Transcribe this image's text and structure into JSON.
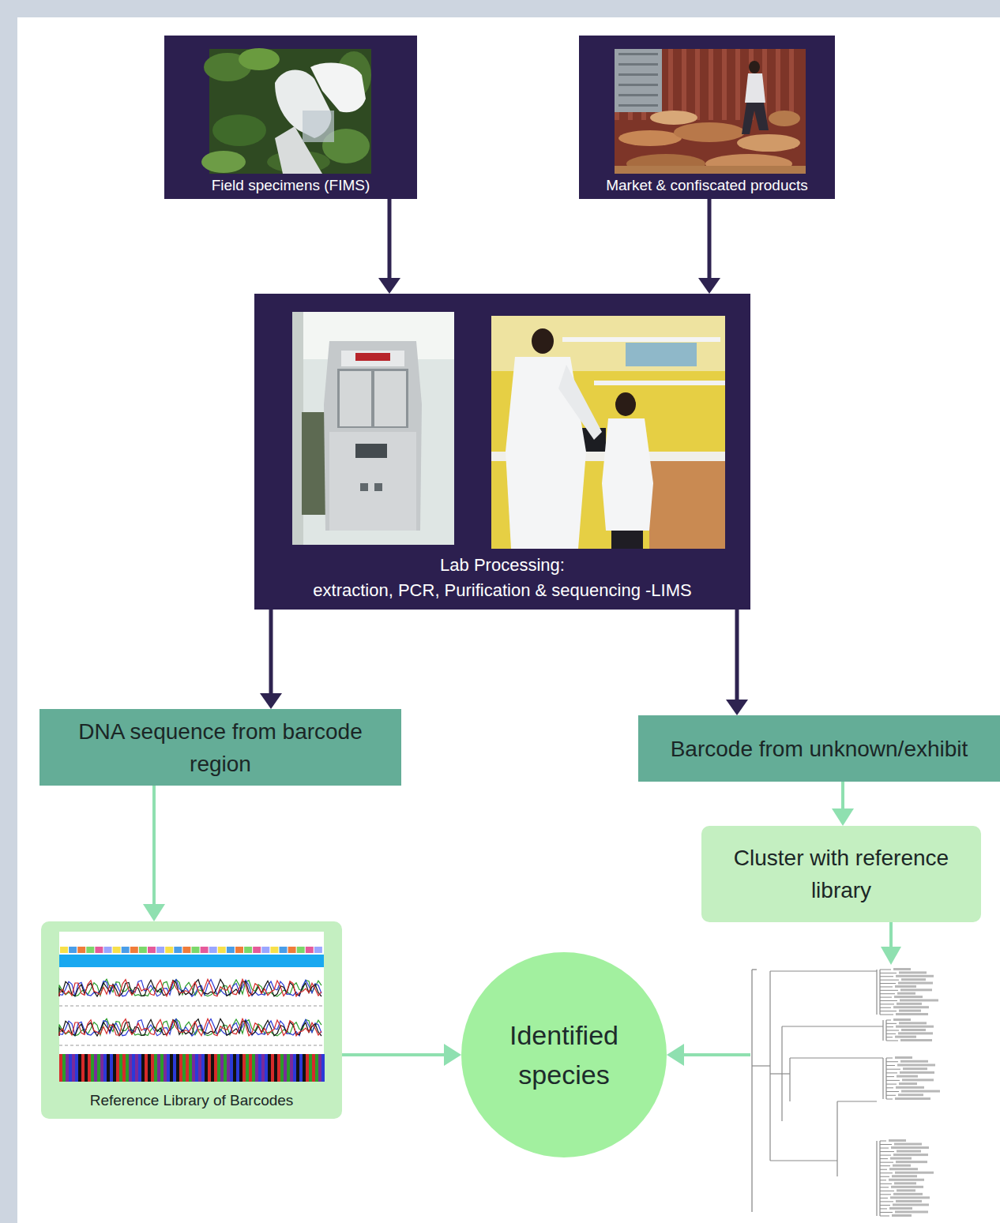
{
  "diagram": {
    "nodes": [
      {
        "text": [
          "Field specimens (FIMS)"
        ]
      },
      {
        "text": [
          "Market & confiscated products"
        ]
      },
      {
        "text": [
          "Lab Processing:",
          "extraction, PCR, Purification & sequencing -LIMS"
        ]
      },
      {
        "text": [
          "DNA sequence from barcode region"
        ]
      },
      {
        "text": [
          "Barcode from unknown/exhibit"
        ]
      },
      {
        "text": [
          "Cluster with reference library"
        ]
      },
      {
        "text": [
          "Reference Library of Barcodes"
        ]
      },
      {
        "text": [
          "Identified species"
        ]
      }
    ],
    "edges": [
      {
        "from": 0,
        "to": 2,
        "arrow": "to"
      },
      {
        "from": 1,
        "to": 2,
        "arrow": "to"
      },
      {
        "from": 2,
        "to": 3,
        "arrow": "to"
      },
      {
        "from": 2,
        "to": 4,
        "arrow": "to"
      },
      {
        "from": 3,
        "to": 6,
        "arrow": "to"
      },
      {
        "from": 4,
        "to": 5,
        "arrow": "to"
      },
      {
        "from": 6,
        "to": 7,
        "arrow": "to"
      },
      {
        "from": 5,
        "to": 7,
        "arrow": "to"
      }
    ]
  }
}
